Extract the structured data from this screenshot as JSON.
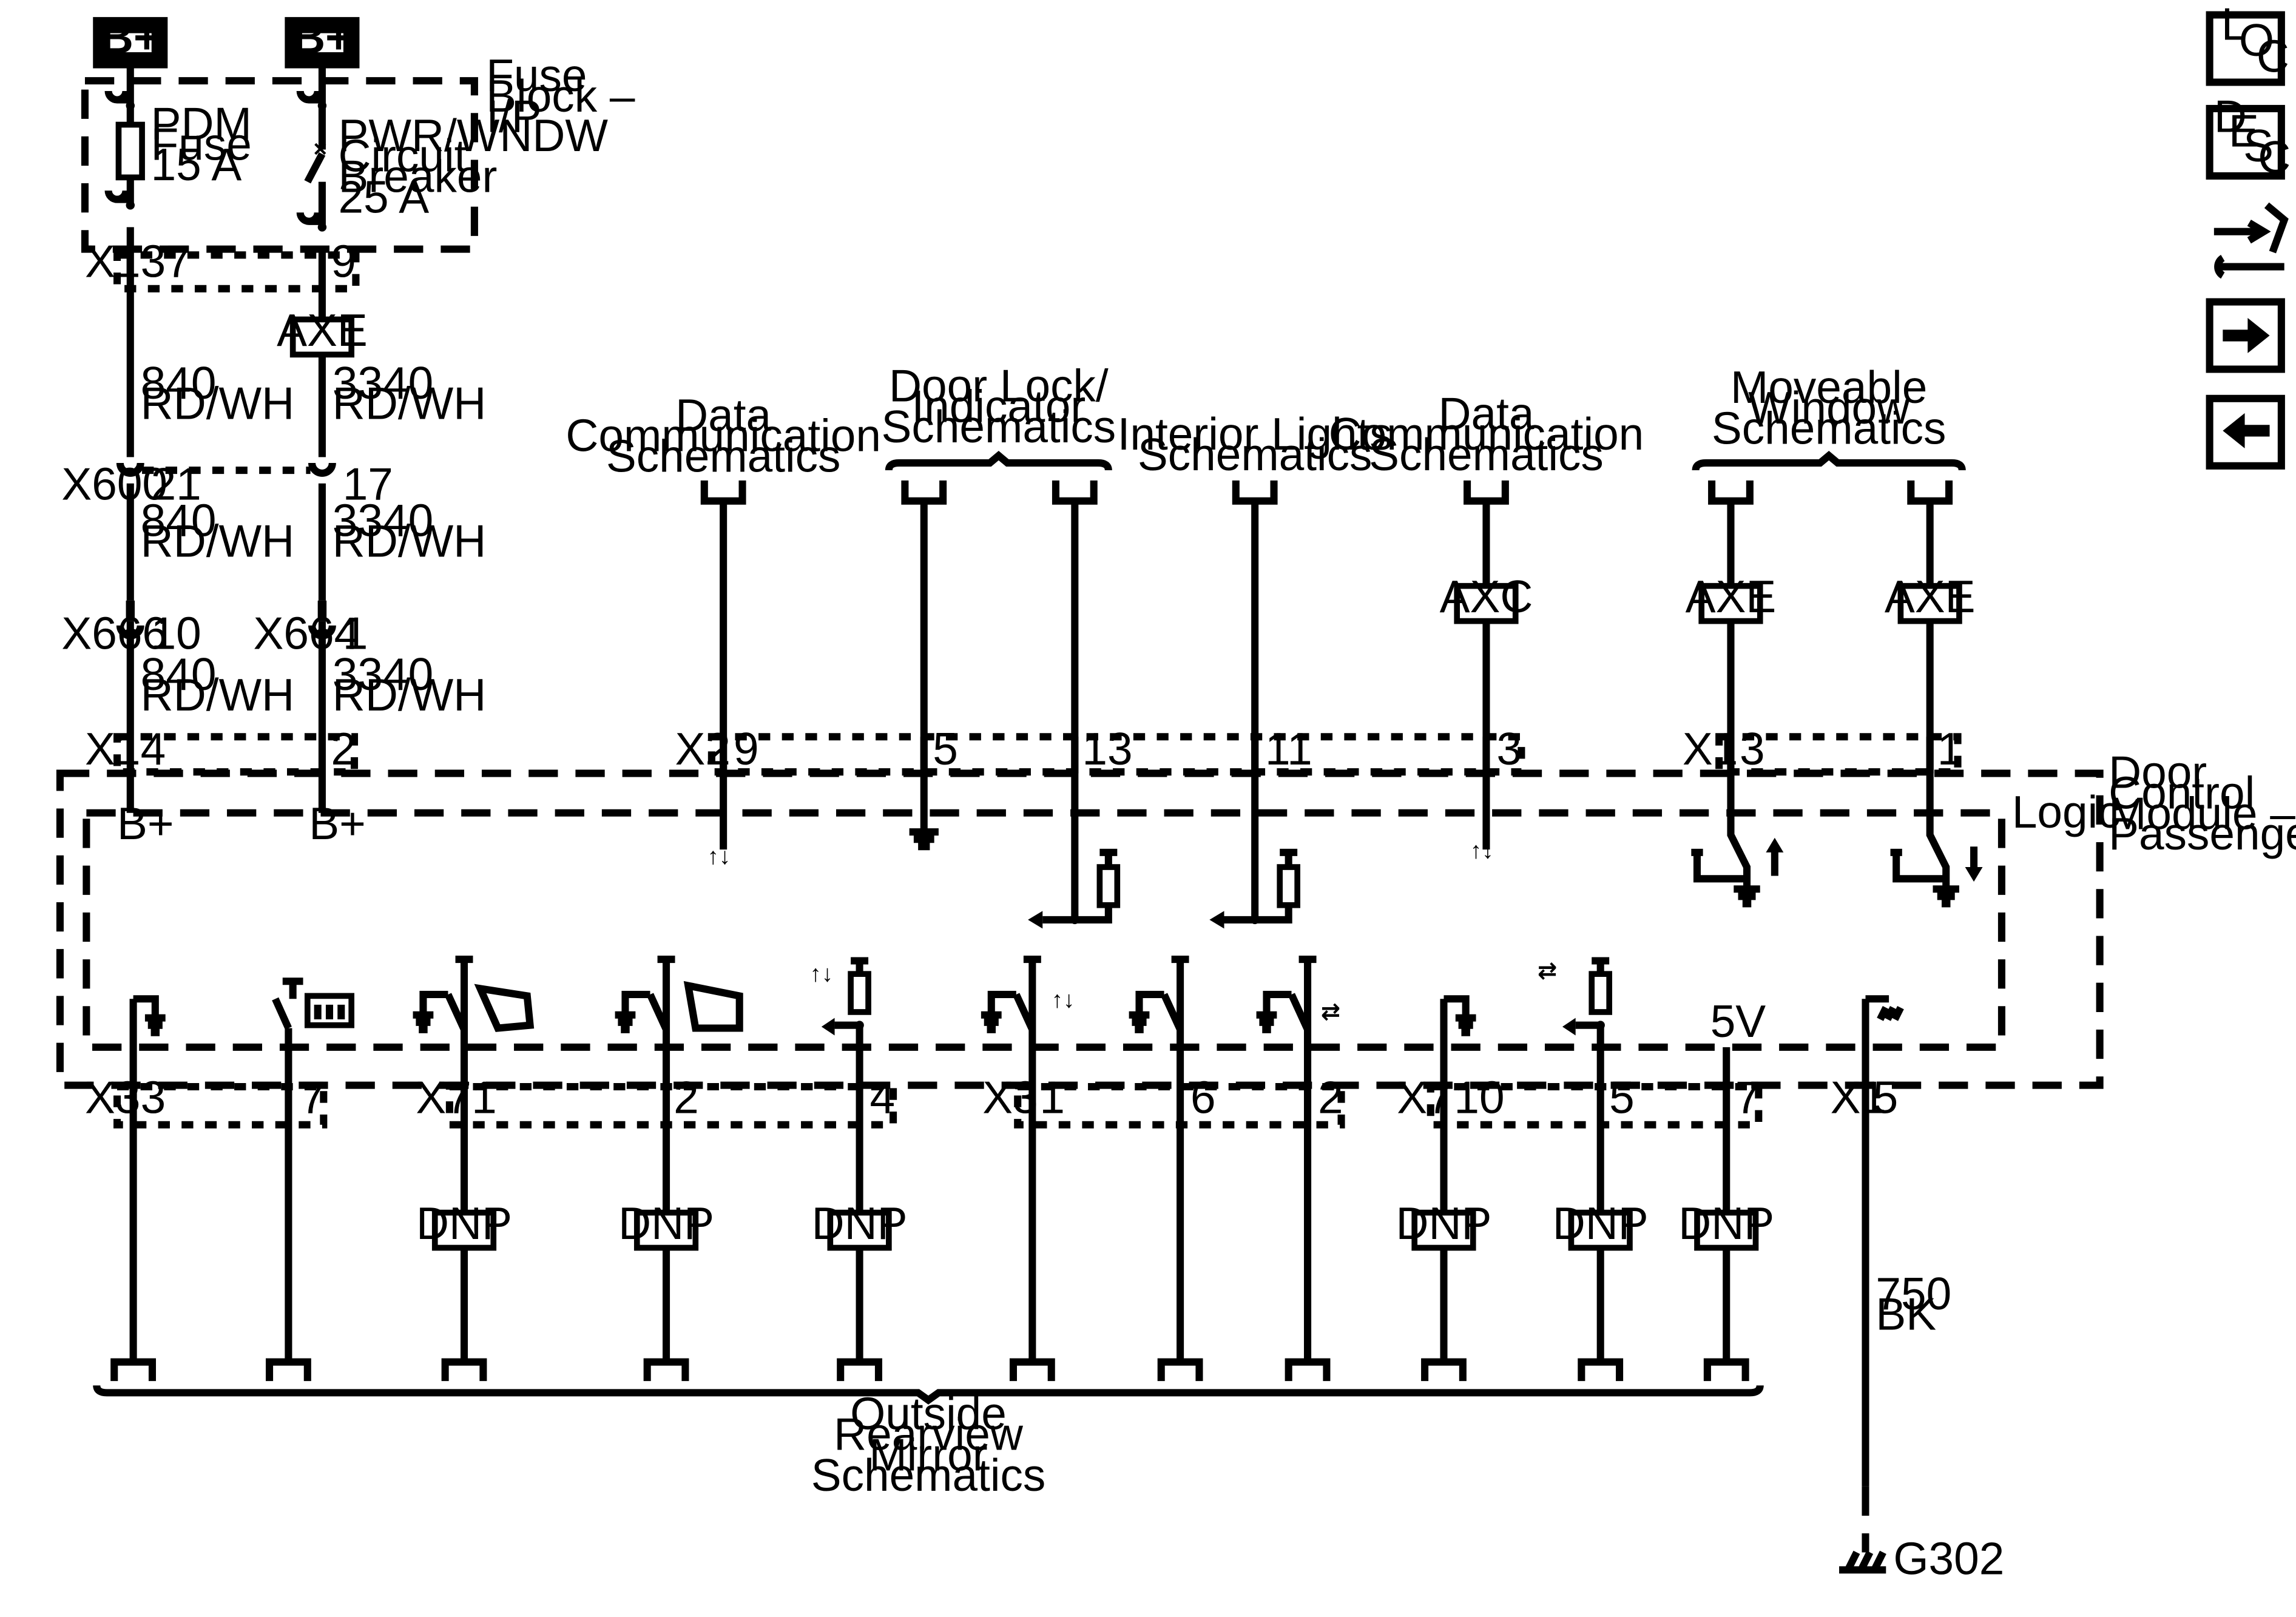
{
  "power": {
    "b_plus": "B+"
  },
  "fuse_block": {
    "title": [
      "Fuse",
      "Block –",
      "I/P"
    ],
    "pdm_fuse": [
      "PDM",
      "Fuse",
      "15 A"
    ],
    "breaker": [
      "PWR/WNDW",
      "Circuit",
      "Breaker",
      "25 A"
    ],
    "connector": "X1",
    "pin_left": "37",
    "pin_right": "9"
  },
  "wires": {
    "w840": [
      "840",
      "RD/WH"
    ],
    "w3340": [
      "3340",
      "RD/WH"
    ],
    "w750": [
      "750",
      "BK"
    ]
  },
  "inline": {
    "x600": "X600",
    "x600_pin_a": "21",
    "x600_pin_b": "17",
    "x666": "X666",
    "x666_pin": "10",
    "x664": "X664",
    "x664_pin": "1"
  },
  "module": {
    "title": [
      "Door",
      "Control",
      "Module –",
      "Passenger"
    ],
    "logic": "Logic",
    "b_plus_left": "B+",
    "b_plus_right": "B+",
    "five_volt": "5V"
  },
  "top_connectors": {
    "x1a": "X1",
    "x1a_pins": [
      "4",
      "2"
    ],
    "x2": "X2",
    "x2_pins": [
      "9",
      "5",
      "13",
      "11",
      "3"
    ],
    "x1b": "X1",
    "x1b_pins": [
      "3",
      "1"
    ]
  },
  "bottom_connectors": {
    "x3a": "X3",
    "x3a_pins": [
      "3",
      "7"
    ],
    "x7a": "X7",
    "x7a_pins": [
      "1",
      "2",
      "4"
    ],
    "x3b": "X3",
    "x3b_pins": [
      "1",
      "6",
      "2"
    ],
    "x7b": "X7",
    "x7b_pins": [
      "10",
      "5",
      "7"
    ],
    "x1c": "X1",
    "x1c_pin": "5"
  },
  "references": {
    "data_comm_1": [
      "Data",
      "Communication",
      "Schematics"
    ],
    "door_lock": [
      "Door Lock/",
      "Indicator",
      "Schematics"
    ],
    "interior_lights": [
      "Interior Lights",
      "Schematics"
    ],
    "data_comm_2": [
      "Data",
      "Communication",
      "Schematics"
    ],
    "window": [
      "Moveable",
      "Window",
      "Schematics"
    ],
    "mirror": [
      "Outside",
      "Rearview",
      "Mirror",
      "Schematics"
    ]
  },
  "options": {
    "axe": "AXE",
    "axc": "AXC",
    "dnp": "DNP"
  },
  "ground": {
    "g302": "G302"
  },
  "nav": {
    "loc": [
      "L",
      "O",
      "C"
    ],
    "desc": [
      "D",
      "E",
      "S",
      "C"
    ]
  }
}
